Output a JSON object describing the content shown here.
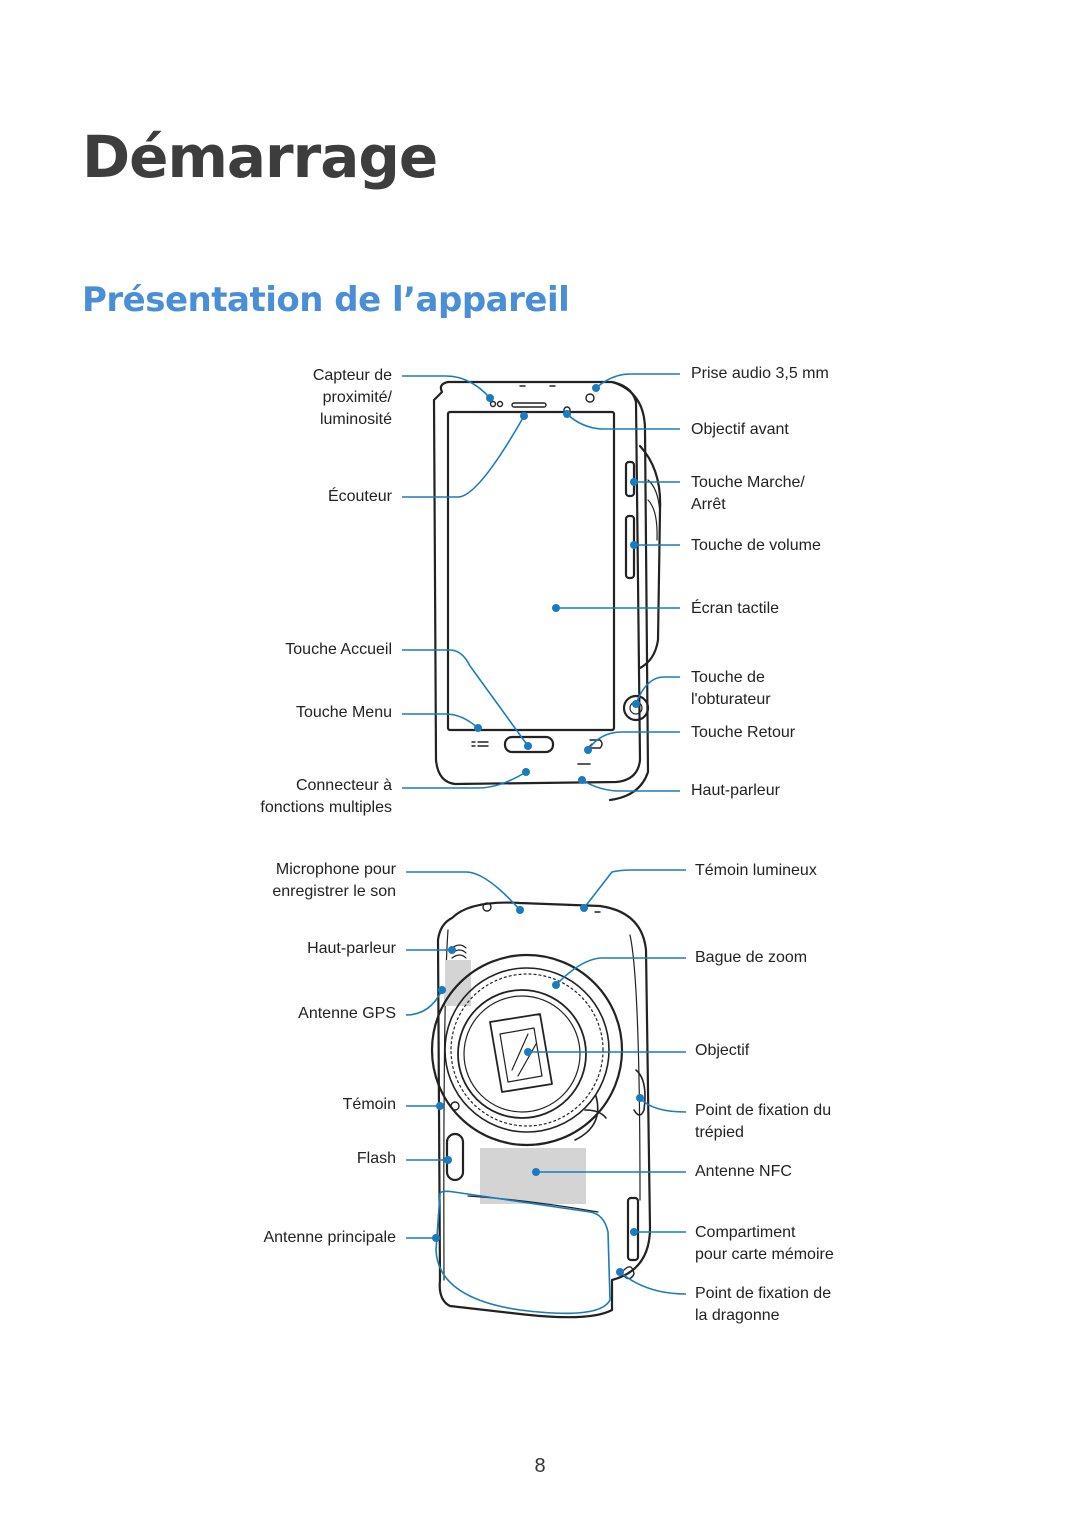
{
  "page": {
    "chapter_title": "Démarrage",
    "section_title": "Présentation de l’appareil",
    "page_number": "8"
  },
  "colors": {
    "chapter_title": "#3d3d3d",
    "section_title": "#4a8fd6",
    "callout_line": "#1a7bbf",
    "device_outline": "#222222"
  },
  "front_view": {
    "labels": {
      "proximity_sensor": [
        "Capteur de",
        "proximité/",
        "luminosité"
      ],
      "earpiece": [
        "Écouteur"
      ],
      "home_key": [
        "Touche Accueil"
      ],
      "menu_key": [
        "Touche Menu"
      ],
      "multipurpose_jack": [
        "Connecteur à",
        "fonctions multiples"
      ],
      "audio_jack": [
        "Prise audio 3,5 mm"
      ],
      "front_camera": [
        "Objectif avant"
      ],
      "power_key": [
        "Touche Marche/",
        "Arrêt"
      ],
      "volume_key": [
        "Touche de volume"
      ],
      "touchscreen": [
        "Écran tactile"
      ],
      "shutter_key": [
        "Touche de",
        "l'obturateur"
      ],
      "back_key": [
        "Touche Retour"
      ],
      "speaker": [
        "Haut-parleur"
      ]
    }
  },
  "back_view": {
    "labels": {
      "microphone": [
        "Microphone pour",
        "enregistrer le son"
      ],
      "speaker": [
        "Haut-parleur"
      ],
      "gps_antenna": [
        "Antenne GPS"
      ],
      "indicator": [
        "Témoin"
      ],
      "flash": [
        "Flash"
      ],
      "main_antenna": [
        "Antenne principale"
      ],
      "indicator_light": [
        "Témoin lumineux"
      ],
      "zoom_ring": [
        "Bague de zoom"
      ],
      "lens": [
        "Objectif"
      ],
      "tripod_mount": [
        "Point de fixation du",
        "trépied"
      ],
      "nfc_antenna": [
        "Antenne NFC"
      ],
      "memory_card_slot": [
        "Compartiment",
        "pour carte mémoire"
      ],
      "strap_hole": [
        "Point de fixation de",
        "la dragonne"
      ]
    }
  }
}
